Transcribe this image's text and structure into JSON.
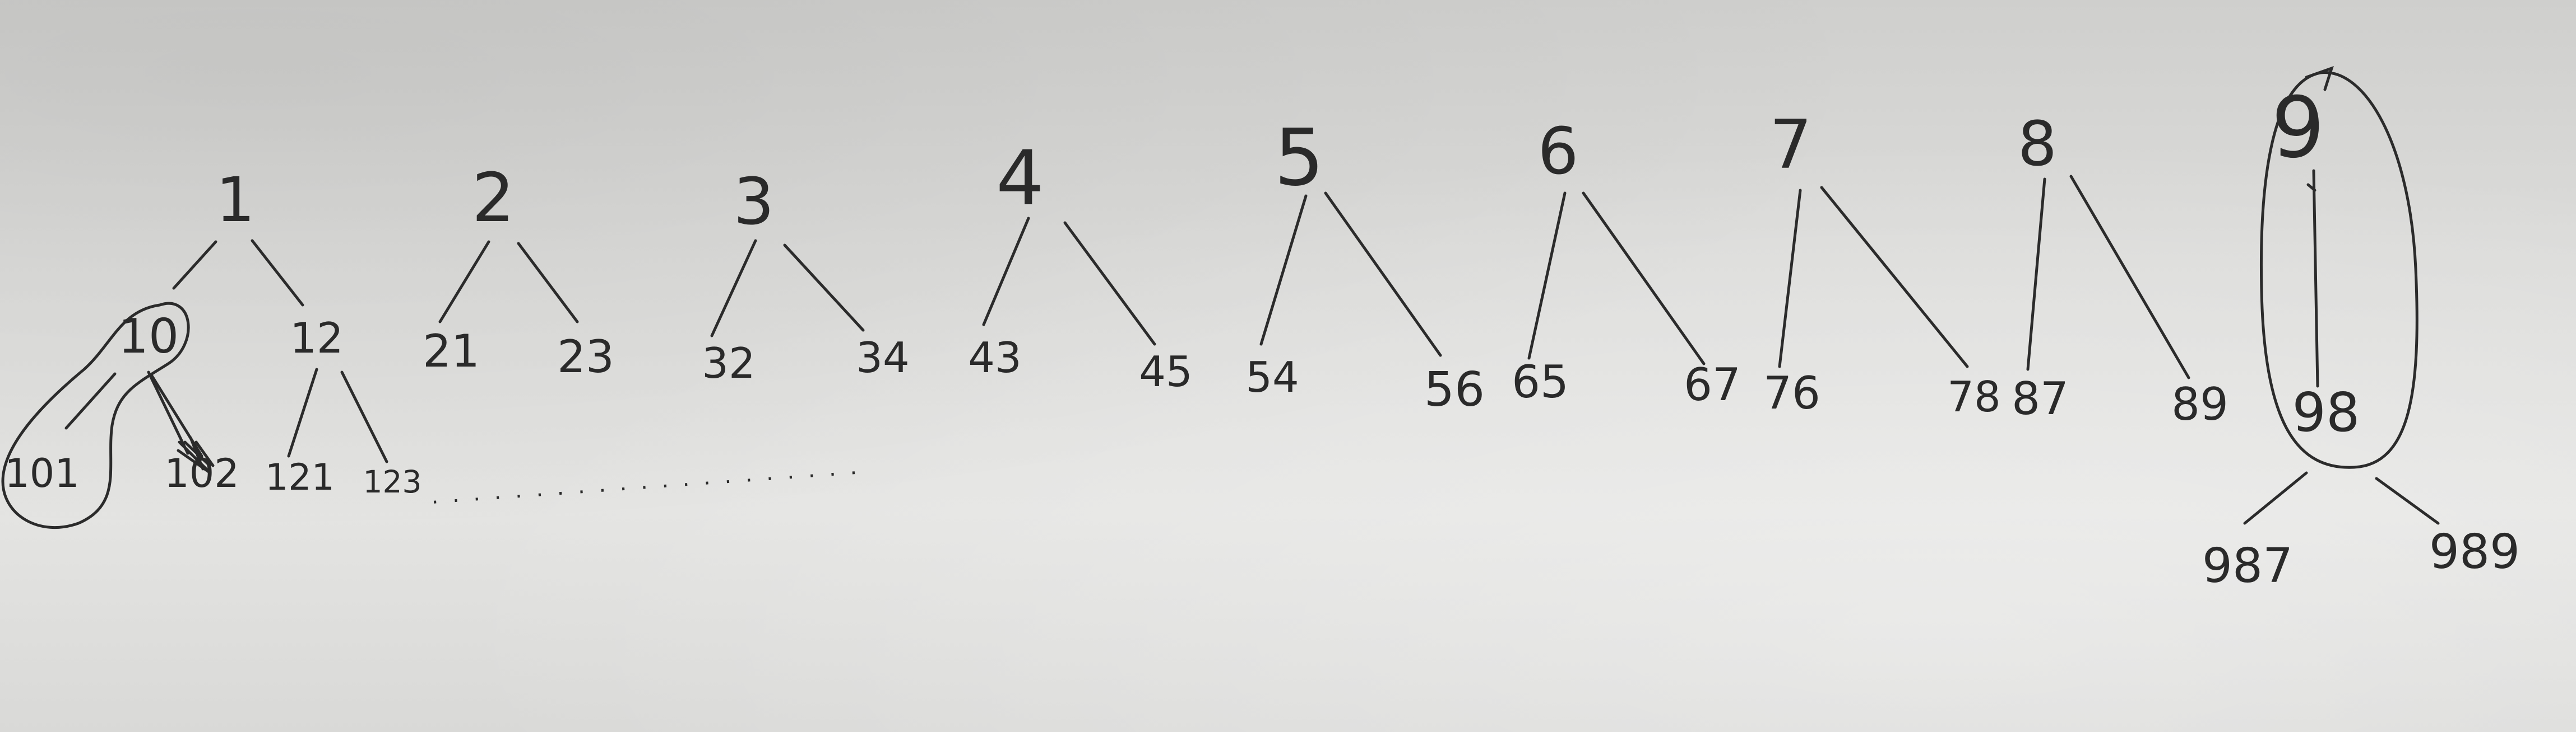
{
  "level1": [
    "1",
    "2",
    "3",
    "4",
    "5",
    "6",
    "7",
    "8",
    "9"
  ],
  "level2": [
    "10",
    "12",
    "21",
    "23",
    "32",
    "34",
    "43",
    "45",
    "54",
    "56",
    "65",
    "67",
    "76",
    "78",
    "87",
    "89",
    "98"
  ],
  "level3": [
    "101",
    "102",
    "121",
    "123",
    "987",
    "989"
  ],
  "ellipsis": ". . . . . . . . . . . . . . . . . . . . .",
  "colors": {
    "ink": "#2a2a2a",
    "paper": "#dcdcda"
  }
}
